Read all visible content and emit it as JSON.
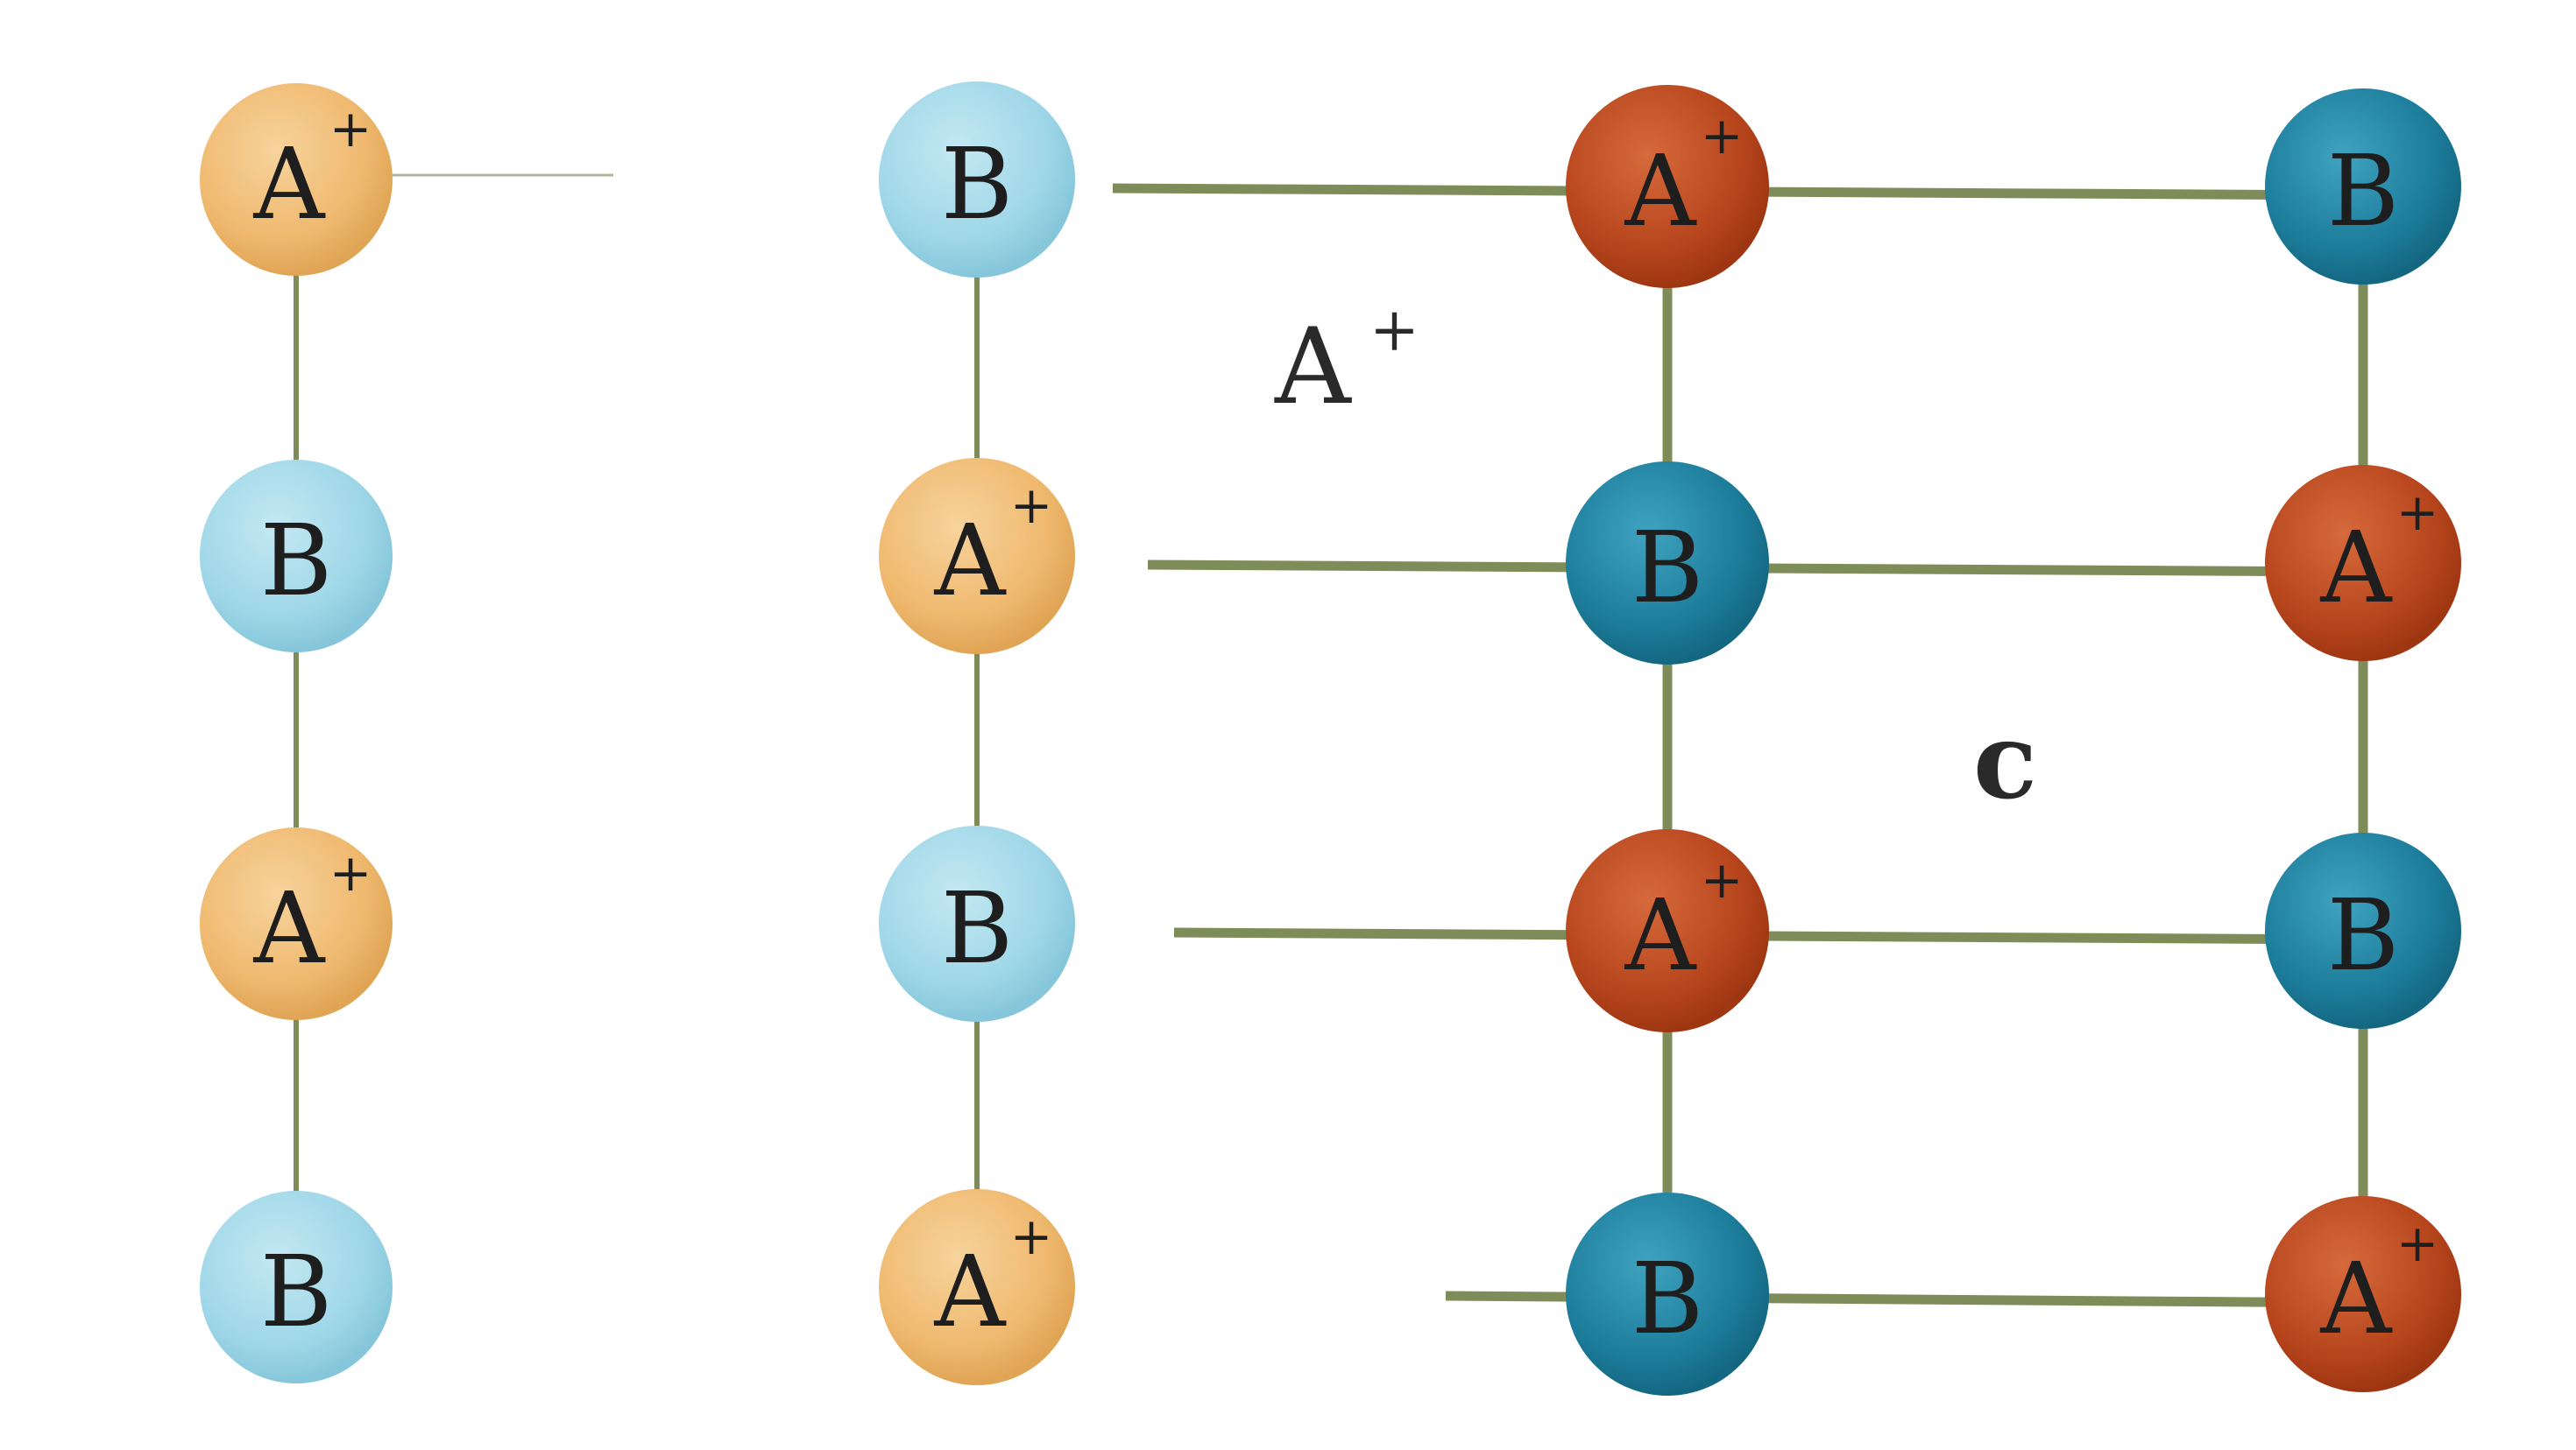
{
  "ions": {
    "cation": {
      "symbol": "A",
      "charge": "+"
    },
    "anion": {
      "symbol": "B",
      "charge": "−"
    }
  },
  "columns": [
    [
      "A+",
      "B",
      "A+",
      "B"
    ],
    [
      "B",
      "A+",
      "B",
      "A+"
    ],
    [
      "A+",
      "B",
      "A+",
      "B"
    ],
    [
      "B",
      "A+",
      "B",
      "A+"
    ]
  ],
  "column_styles": [
    "light",
    "light",
    "dark",
    "dark"
  ],
  "labels": {
    "vacancy_label": "A",
    "vacancy_charge": "+",
    "region_label": "c"
  },
  "colors": {
    "cation_light": "#efb96f",
    "anion_light": "#9fd7e8",
    "cation_dark": "#b8461d",
    "anion_dark": "#1d7e9c",
    "bond": "#7d8c58",
    "text": "#1e1e1e"
  }
}
